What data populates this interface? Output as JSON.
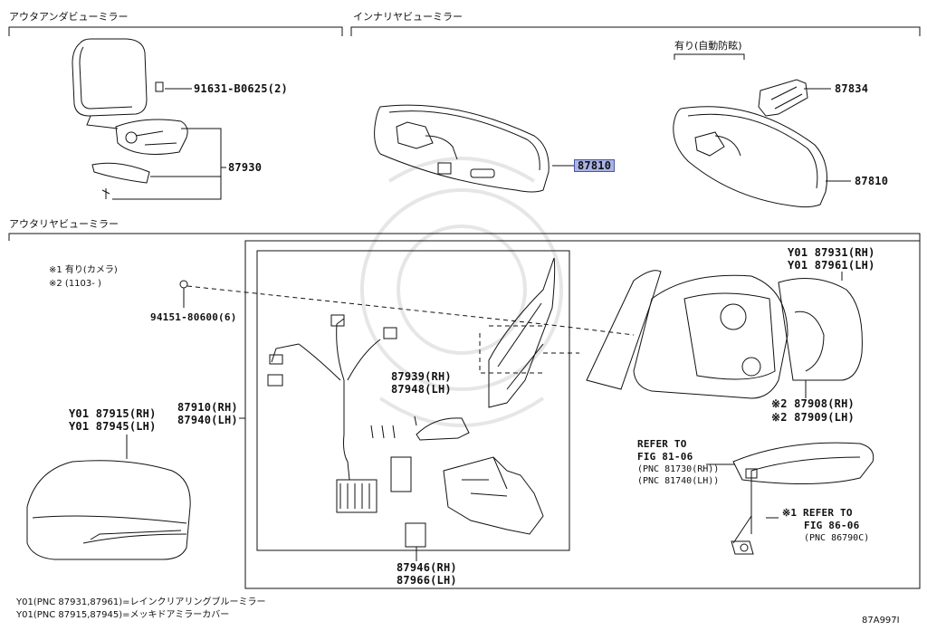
{
  "sections": {
    "outer_under": "アウタアンダビューミラー",
    "inner_rear": "インナリヤビューミラー",
    "outer_rear": "アウタリヤビューミラー",
    "auto_dimming": "有り(自動防眩)"
  },
  "labels": {
    "p91631": "91631-B0625(2)",
    "p87930": "87930",
    "p87810_highlight": "87810",
    "p87834": "87834",
    "p87810_right": "87810",
    "note1": "※1 有り(カメラ)",
    "note2": "※2 (1103-     )",
    "p94151": "94151-80600(6)",
    "p87915": "Y01 87915(RH)",
    "p87945": "Y01 87945(LH)",
    "p87910": "87910(RH)",
    "p87940": "87940(LH)",
    "p87939": "87939(RH)",
    "p87948": "87948(LH)",
    "p87946": "87946(RH)",
    "p87966": "87966(LH)",
    "p87931": "Y01 87931(RH)",
    "p87961": "Y01 87961(LH)",
    "p87908": "※2 87908(RH)",
    "p87909": "※2 87909(LH)",
    "refer1_a": "REFER TO",
    "refer1_b": "FIG 81-06",
    "refer1_c": "(PNC 81730(RH))",
    "refer1_d": "(PNC 81740(LH))",
    "refer2_a": "※1 REFER TO",
    "refer2_b": "FIG 86-06",
    "refer2_c": "(PNC 86790C)",
    "footnote1": "Y01(PNC 87931,87961)=レインクリアリングブルーミラー",
    "footnote2": "Y01(PNC 87915,87945)=メッキドアミラーカバー",
    "fig_id": "87A997I"
  },
  "colors": {
    "line": "#111111",
    "highlight": "#aab4e6",
    "watermark": "#e4e4e4"
  }
}
